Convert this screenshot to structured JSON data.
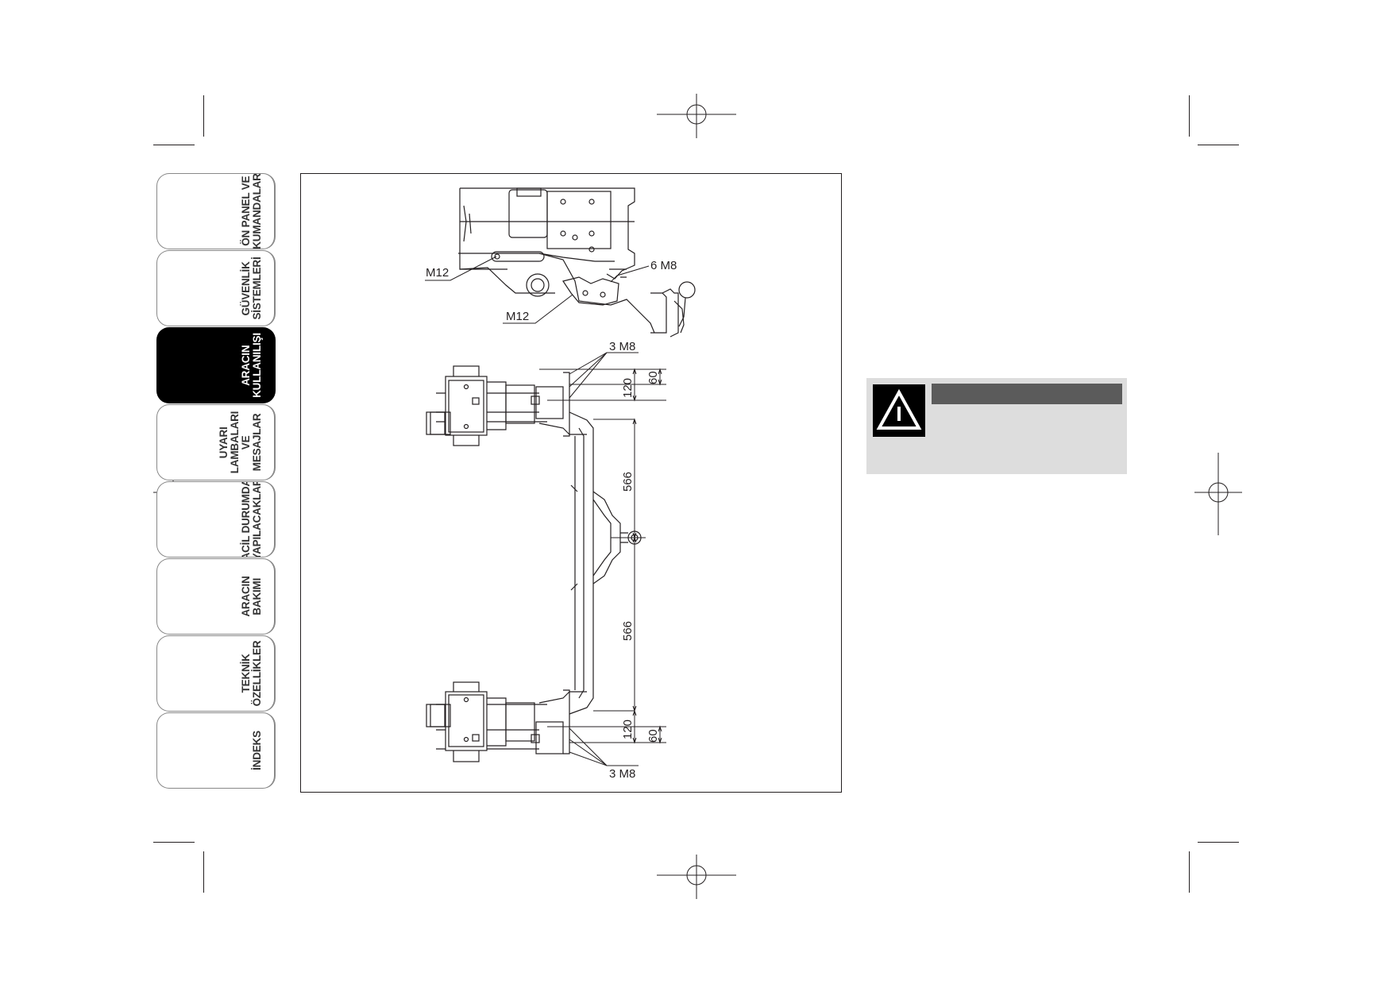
{
  "tabs": [
    {
      "label": "ÖN PANEL VE\nKUMANDALAR",
      "active": false
    },
    {
      "label": "GÜVENLİK\nSİSTEMLERİ",
      "active": false
    },
    {
      "label": "ARACIN\nKULLANILIŞI",
      "active": true
    },
    {
      "label": "UYARI\nLAMBALARI VE\nMESAJLAR",
      "active": false
    },
    {
      "label": "ACİL DURUMDA\nYAPILACAKLAR",
      "active": false
    },
    {
      "label": "ARACIN BAKIMI",
      "active": false
    },
    {
      "label": "TEKNİK\nÖZELLİKLER",
      "active": false
    },
    {
      "label": "İNDEKS",
      "active": false
    }
  ],
  "figure": {
    "top_view": {
      "label_m12_left": "M12",
      "label_m12_bottom": "M12",
      "label_6m8": "6 M8"
    },
    "plan_view": {
      "label_3m8_top": "3 M8",
      "label_3m8_bottom": "3 M8",
      "dim_120_top": "120",
      "dim_60_top": "60",
      "dim_566_upper": "566",
      "dim_566_lower": "566",
      "dim_120_bottom": "120",
      "dim_60_bottom": "60"
    }
  },
  "warning": {
    "icon": "warning-triangle-icon",
    "bar_color": "#5b5b5b",
    "box_color": "#dddddd"
  }
}
